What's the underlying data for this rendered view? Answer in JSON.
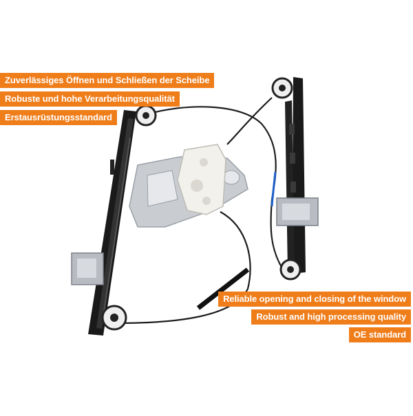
{
  "features_de": [
    "Zuverlässiges Öffnen und Schließen der Scheibe",
    "Robuste und hohe Verarbeitungsqualität",
    "Erstausrüstungsstandard"
  ],
  "features_en": [
    "Reliable opening and closing of the window",
    "Robust and high processing quality",
    "OE standard"
  ],
  "colors": {
    "label_background": "#ef7d1a",
    "label_text": "#ffffff"
  }
}
